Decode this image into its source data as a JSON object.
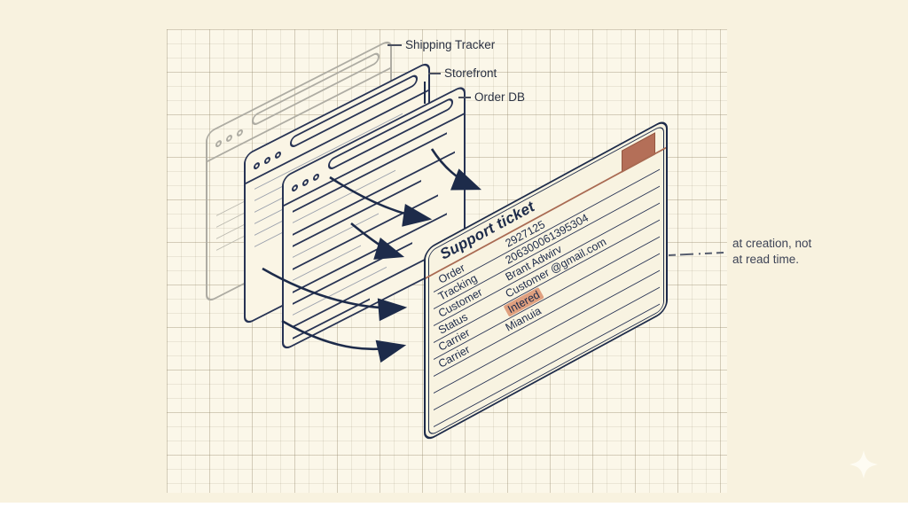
{
  "windows": [
    {
      "label": "Shipping Tracker"
    },
    {
      "label": "Storefront"
    },
    {
      "label": "Order DB"
    }
  ],
  "ticket": {
    "title": "Support ticket",
    "rows": [
      {
        "label": "Order",
        "value": "2927125"
      },
      {
        "label": "Tracking",
        "value": "206300061395304"
      },
      {
        "label": "Customer",
        "value": "Brant Adwirv"
      },
      {
        "label": "Status",
        "value": "Customer @gmail.com"
      },
      {
        "label": "Carrier",
        "value": "Intered"
      },
      {
        "label": "Carrier",
        "value": "Mianuia"
      }
    ]
  },
  "annotation": {
    "line1": "at creation, not",
    "line2": "at read time."
  },
  "colors": {
    "ink": "#273354",
    "muted_gray": "#aeaca3",
    "accent_terracotta": "#a96a52",
    "stamp": "#b46f58",
    "highlight": "#e0a07f",
    "background": "#f8f2df",
    "grid_background": "#fbf7e9"
  }
}
